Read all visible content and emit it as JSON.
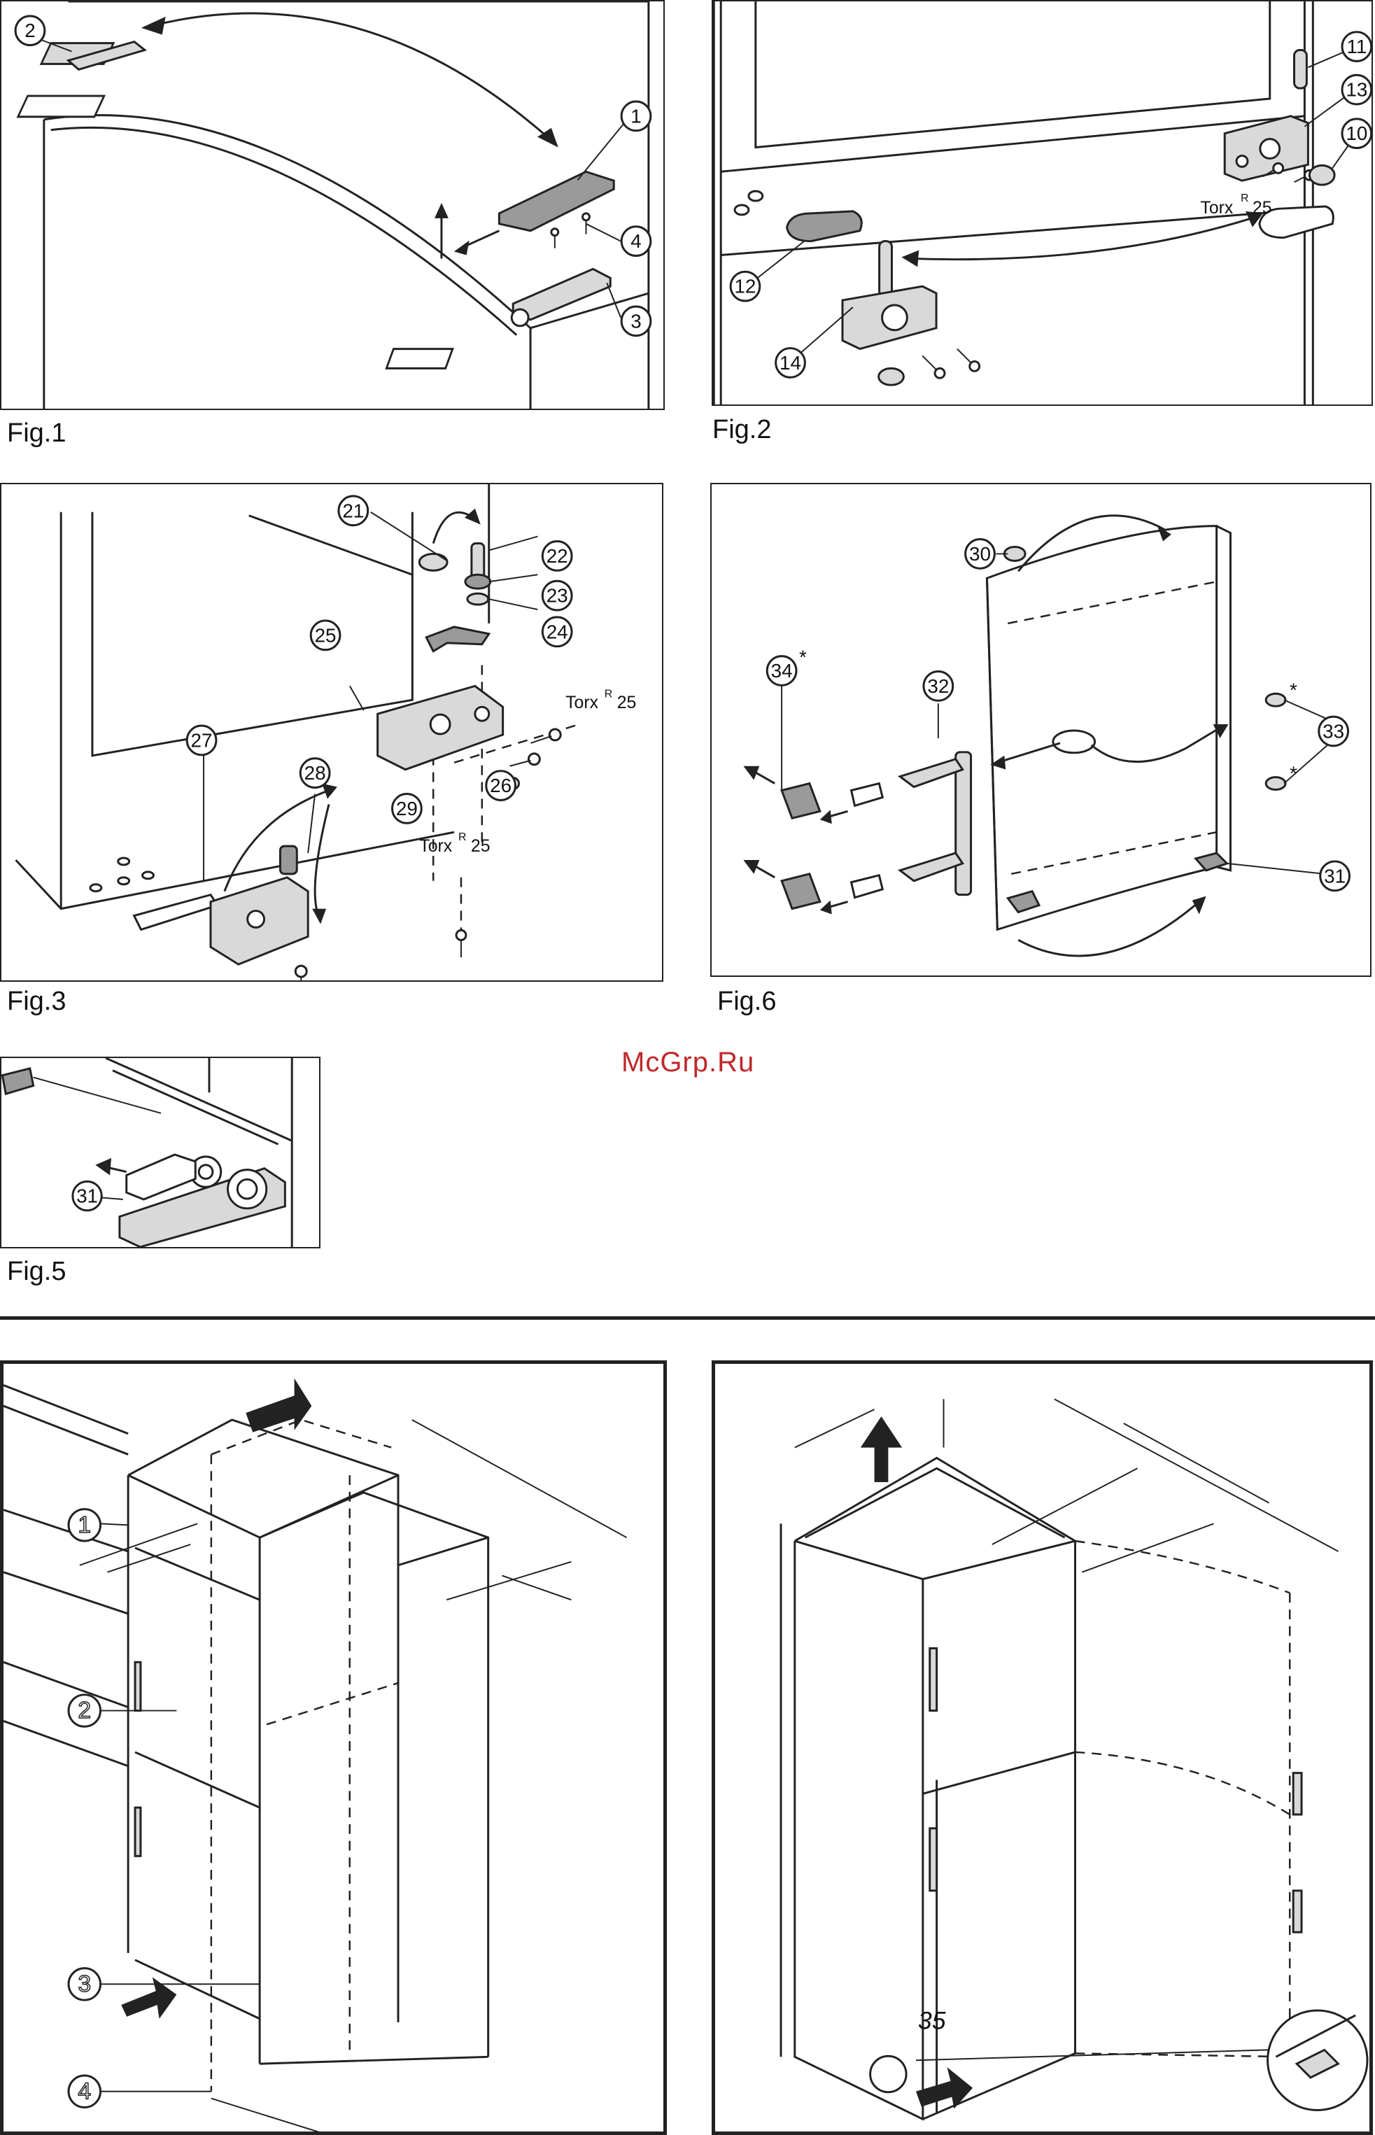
{
  "figures": {
    "fig1": {
      "label": "Fig.1",
      "callouts": [
        "1",
        "2",
        "3",
        "4"
      ]
    },
    "fig2": {
      "label": "Fig.2",
      "callouts": [
        "10",
        "11",
        "12",
        "13",
        "14"
      ],
      "torx": "Torx",
      "torx_reg": "R",
      "torx_size": "25"
    },
    "fig3": {
      "label": "Fig.3",
      "callouts": [
        "21",
        "22",
        "23",
        "24",
        "25",
        "26",
        "27",
        "28",
        "29"
      ],
      "torx": "Torx",
      "torx_reg": "R",
      "torx_size": "25"
    },
    "fig5": {
      "label": "Fig.5",
      "callouts": [
        "31"
      ]
    },
    "fig6": {
      "label": "Fig.6",
      "callouts": [
        "30",
        "31",
        "32",
        "33",
        "34"
      ],
      "asterisk": "*"
    },
    "install_left": {
      "callouts": [
        "1",
        "2",
        "3",
        "4"
      ]
    },
    "install_right": {
      "dimension": "35"
    }
  },
  "watermark": "McGrp.Ru"
}
